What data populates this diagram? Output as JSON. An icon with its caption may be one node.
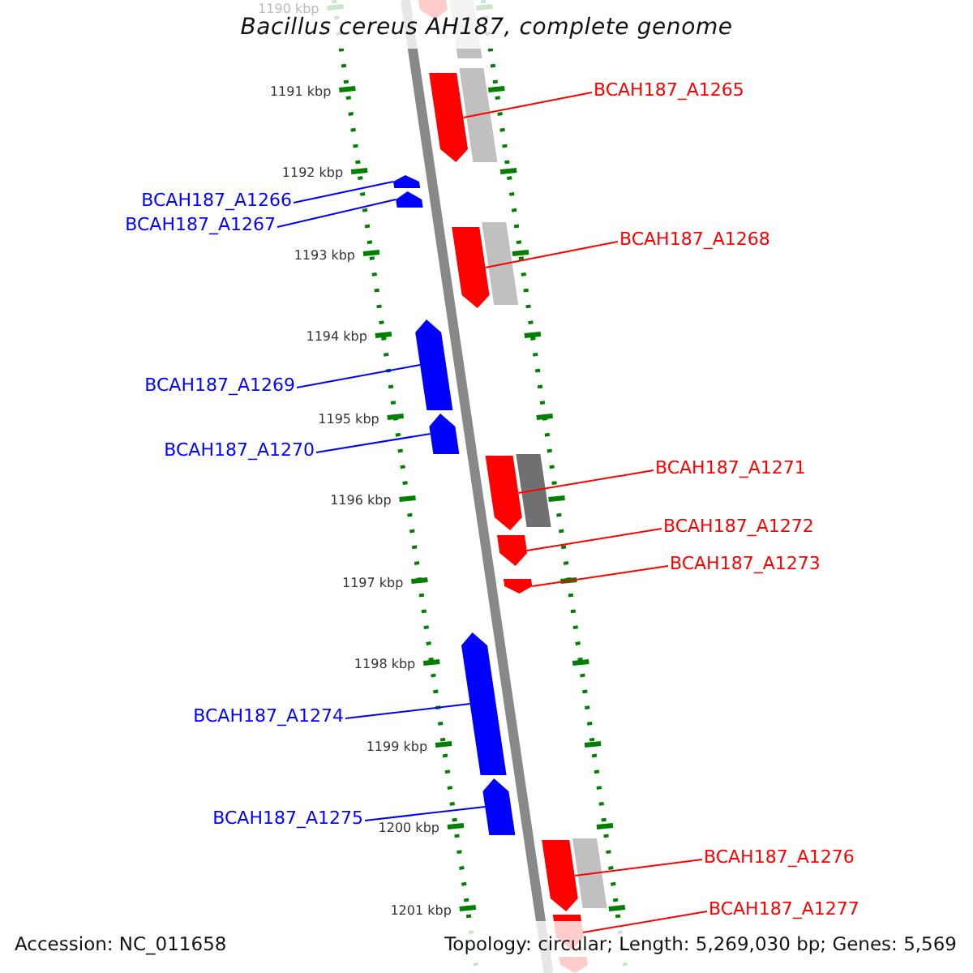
{
  "diagram": {
    "title": "Bacillus cereus AH187, complete genome",
    "nodes": [
      {
        "text": [
          "BCAH187_A1265"
        ]
      },
      {
        "text": [
          "BCAH187_A1266"
        ]
      },
      {
        "text": [
          "BCAH187_A1267"
        ]
      },
      {
        "text": [
          "BCAH187_A1268"
        ]
      },
      {
        "text": [
          "BCAH187_A1269"
        ]
      },
      {
        "text": [
          "BCAH187_A1270"
        ]
      },
      {
        "text": [
          "BCAH187_A1271"
        ]
      },
      {
        "text": [
          "BCAH187_A1272"
        ]
      },
      {
        "text": [
          "BCAH187_A1273"
        ]
      },
      {
        "text": [
          "BCAH187_A1274"
        ]
      },
      {
        "text": [
          "BCAH187_A1275"
        ]
      },
      {
        "text": [
          "BCAH187_A1276"
        ]
      },
      {
        "text": [
          "BCAH187_A1277"
        ]
      },
      {
        "text": [],
        "shape": "arrow"
      },
      {
        "text": [],
        "shape": "arrow"
      },
      {
        "text": [],
        "shape": "arrow"
      },
      {
        "text": [],
        "shape": "arrow"
      },
      {
        "text": [],
        "shape": "arrow"
      },
      {
        "text": [],
        "shape": "arrow"
      },
      {
        "text": [],
        "shape": "arrow"
      },
      {
        "text": [],
        "shape": "arrow"
      },
      {
        "text": [],
        "shape": "arrow"
      },
      {
        "text": [],
        "shape": "arrow"
      },
      {
        "text": [],
        "shape": "arrow"
      },
      {
        "text": [],
        "shape": "arrow"
      },
      {
        "text": [],
        "shape": "arrow"
      },
      {
        "text": [],
        "shape": "arrow"
      },
      {
        "text": [],
        "shape": "arrow"
      }
    ],
    "edges": [
      {
        "from": 0,
        "to": 13,
        "arrow": "none"
      },
      {
        "from": 1,
        "to": 14,
        "arrow": "none",
        "color": "#0000ff"
      },
      {
        "from": 2,
        "to": 15,
        "arrow": "none",
        "color": "#0000ff"
      },
      {
        "from": 3,
        "to": 16,
        "arrow": "none"
      },
      {
        "from": 4,
        "to": 17,
        "arrow": "none",
        "color": "#0000ff"
      },
      {
        "from": 5,
        "to": 18,
        "arrow": "none",
        "color": "#0000ff"
      },
      {
        "from": 6,
        "to": 19,
        "arrow": "none"
      },
      {
        "from": 7,
        "to": 20,
        "arrow": "none"
      },
      {
        "from": 8,
        "to": 21,
        "arrow": "none"
      },
      {
        "from": 9,
        "to": 22,
        "arrow": "none",
        "color": "#0000ff"
      },
      {
        "from": 10,
        "to": 23,
        "arrow": "none",
        "color": "#0000ff"
      },
      {
        "from": 11,
        "to": 24,
        "arrow": "none"
      },
      {
        "from": 12,
        "to": 25,
        "arrow": "none"
      }
    ],
    "labels": [
      "1190 kbp",
      "1191 kbp",
      "1192 kbp",
      "1193 kbp",
      "1194 kbp",
      "1195 kbp",
      "1196 kbp",
      "1197 kbp",
      "1198 kbp",
      "1199 kbp",
      "1200 kbp",
      "1201 kbp",
      "Accession: NC_011658",
      "Topology: circular; Length: 5,269,030 bp; Genes: 5,569"
    ]
  }
}
